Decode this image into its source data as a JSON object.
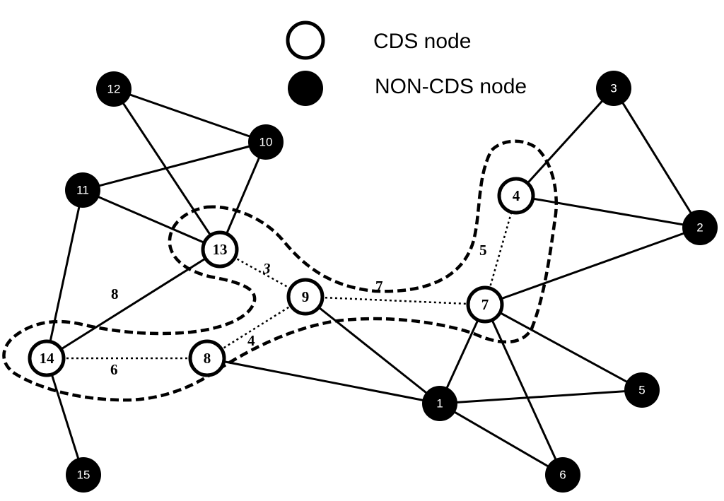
{
  "legend": {
    "cds_label": "CDS node",
    "noncds_label": "NON-CDS node"
  },
  "nodes": [
    {
      "id": "1",
      "type": "non-cds"
    },
    {
      "id": "2",
      "type": "non-cds"
    },
    {
      "id": "3",
      "type": "non-cds"
    },
    {
      "id": "4",
      "type": "cds"
    },
    {
      "id": "5",
      "type": "non-cds"
    },
    {
      "id": "6",
      "type": "non-cds"
    },
    {
      "id": "7",
      "type": "cds"
    },
    {
      "id": "8",
      "type": "cds"
    },
    {
      "id": "9",
      "type": "cds"
    },
    {
      "id": "10",
      "type": "non-cds"
    },
    {
      "id": "11",
      "type": "non-cds"
    },
    {
      "id": "12",
      "type": "non-cds"
    },
    {
      "id": "13",
      "type": "cds"
    },
    {
      "id": "14",
      "type": "cds"
    },
    {
      "id": "15",
      "type": "non-cds"
    }
  ],
  "edges_solid": [
    [
      "12",
      "10"
    ],
    [
      "12",
      "13"
    ],
    [
      "11",
      "10"
    ],
    [
      "11",
      "13"
    ],
    [
      "11",
      "14"
    ],
    [
      "10",
      "13"
    ],
    [
      "13",
      "14"
    ],
    [
      "14",
      "15"
    ],
    [
      "8",
      "1"
    ],
    [
      "9",
      "1"
    ],
    [
      "1",
      "5"
    ],
    [
      "1",
      "6"
    ],
    [
      "1",
      "7"
    ],
    [
      "7",
      "5"
    ],
    [
      "7",
      "6"
    ],
    [
      "7",
      "2"
    ],
    [
      "4",
      "2"
    ],
    [
      "4",
      "3"
    ],
    [
      "3",
      "2"
    ]
  ],
  "edges_weighted": [
    {
      "from": "13",
      "to": "9",
      "weight": "3"
    },
    {
      "from": "9",
      "to": "7",
      "weight": "7"
    },
    {
      "from": "7",
      "to": "4",
      "weight": "5"
    },
    {
      "from": "9",
      "to": "8",
      "weight": "4"
    },
    {
      "from": "14",
      "to": "8",
      "weight": "6"
    }
  ],
  "labels": {
    "edge_13_14": "8"
  }
}
